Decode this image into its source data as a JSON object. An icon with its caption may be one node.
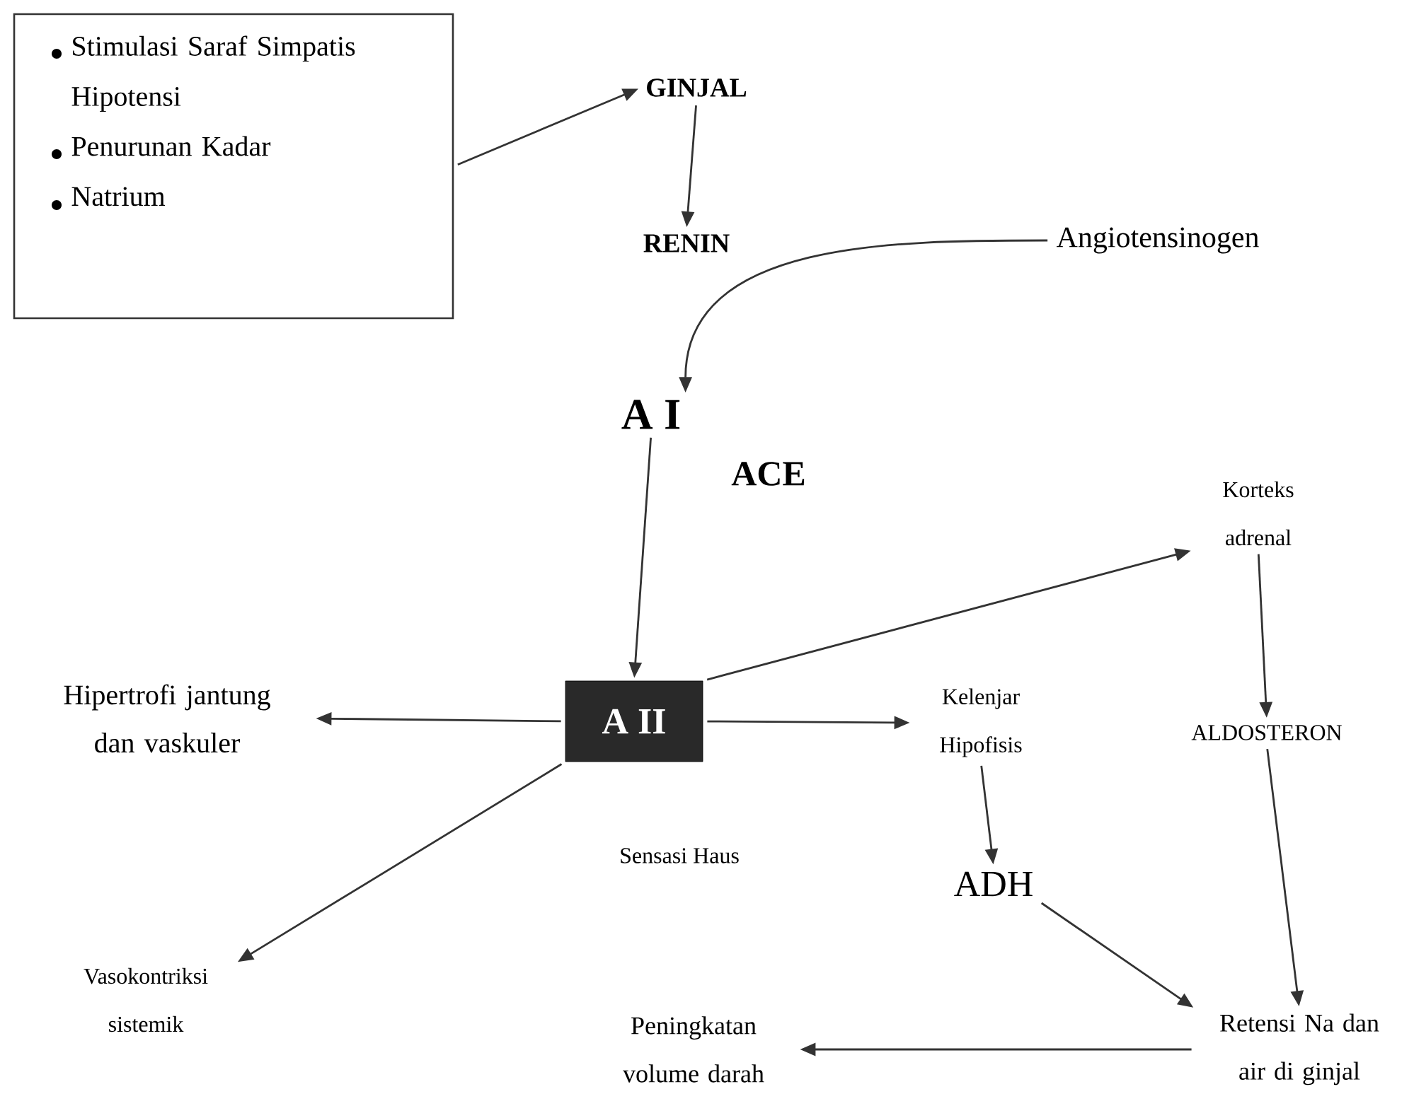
{
  "diagram": {
    "nodes": [
      {
        "text": [
          "Stimulasi Saraf Simpatis Hipotensi",
          "Penurunan Kadar",
          "Natrium"
        ]
      },
      {
        "text": [
          "GINJAL"
        ]
      },
      {
        "text": [
          "RENIN"
        ]
      },
      {
        "text": [
          "Angiotensinogen"
        ]
      },
      {
        "text": [
          "A I"
        ]
      },
      {
        "text": [
          "A II"
        ]
      },
      {
        "text": [
          "Hipertrofi jantung dan vaskuler"
        ]
      },
      {
        "text": [
          "Kelenjar Hipofisis"
        ]
      },
      {
        "text": [
          "Korteks adrenal"
        ]
      },
      {
        "text": [
          "ALDOSTERON"
        ]
      },
      {
        "text": [
          "ADH"
        ]
      },
      {
        "text": [
          "Vasokontriksi sistemik"
        ]
      },
      {
        "text": [
          "Retensi Na dan air di ginjal"
        ]
      },
      {
        "text": [
          "Peningkatan volume darah"
        ]
      }
    ],
    "edges": [
      {
        "from": 0,
        "to": 1,
        "arrow": "to"
      },
      {
        "from": 1,
        "to": 2,
        "arrow": "to"
      },
      {
        "from": 3,
        "to": 4,
        "arrow": "to"
      },
      {
        "from": 4,
        "to": 5,
        "arrow": "to",
        "label": "ACE"
      },
      {
        "from": 5,
        "to": 6,
        "arrow": "to"
      },
      {
        "from": 5,
        "to": 7,
        "arrow": "to"
      },
      {
        "from": 5,
        "to": 8,
        "arrow": "to"
      },
      {
        "from": 5,
        "to": 11,
        "arrow": "to"
      },
      {
        "from": 8,
        "to": 9,
        "arrow": "to"
      },
      {
        "from": 7,
        "to": 10,
        "arrow": "to"
      },
      {
        "from": 9,
        "to": 12,
        "arrow": "to"
      },
      {
        "from": 10,
        "to": 12,
        "arrow": "to"
      },
      {
        "from": 12,
        "to": 13,
        "arrow": "to"
      }
    ],
    "labels": [
      "Sensasi Haus"
    ]
  }
}
